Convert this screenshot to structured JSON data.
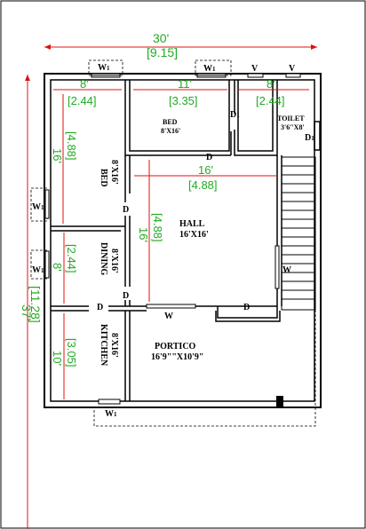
{
  "overall": {
    "width_ft": "30'",
    "width_m": "[9.15]",
    "length_ft": "37'",
    "length_m": "[11.28]"
  },
  "rooms": {
    "bed_top": {
      "name": "BED",
      "size": "8'X16'",
      "w_ft": "11'",
      "w_m": "[3.35]"
    },
    "toilet": {
      "name": "TOILET",
      "size": "3'6\"X8'",
      "w_ft": "8'",
      "w_m": "[2.44]"
    },
    "bed_left": {
      "name": "BED",
      "size": "8'X16'",
      "w_ft": "8'",
      "w_m": "[2.44]",
      "h_ft": "16'",
      "h_m": "[4.88]"
    },
    "hall": {
      "name": "HALL",
      "size": "16'X16'",
      "w_ft": "16'",
      "w_m": "[4.88]",
      "h_ft": "16'",
      "h_m": "[4.88]"
    },
    "dining": {
      "name": "DINING",
      "size": "8'X16'",
      "h_ft": "8'",
      "h_m": "[2.44]"
    },
    "kitchen": {
      "name": "KITCHEN",
      "size": "8'X16'",
      "h_ft": "10'",
      "h_m": "[3.05]"
    },
    "portico": {
      "name": "PORTICO",
      "size": "16'9\"\"X10'9\""
    }
  },
  "tags": {
    "window_w1": "W",
    "window_w1_sub": "1",
    "window_w": "W",
    "ventilator": "V",
    "door": "D",
    "door_d1": "D",
    "door_d1_sub": "1"
  }
}
